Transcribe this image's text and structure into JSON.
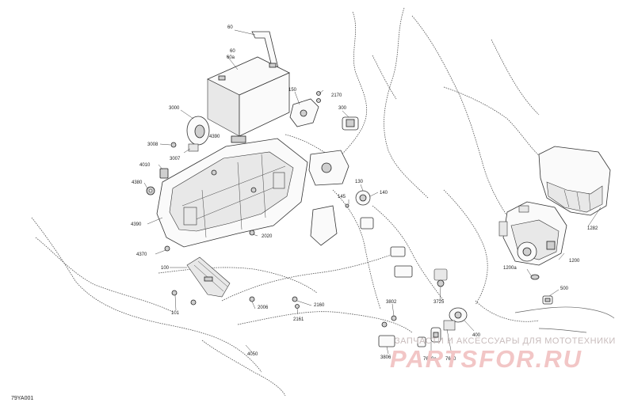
{
  "diagram": {
    "ref_code": "79YA001",
    "callouts": [
      {
        "id": "c-60-top",
        "text": "60"
      },
      {
        "id": "c-60-mid",
        "text": "60"
      },
      {
        "id": "c-60a",
        "text": "60a"
      },
      {
        "id": "c-150",
        "text": "150"
      },
      {
        "id": "c-2170",
        "text": "2170"
      },
      {
        "id": "c-300",
        "text": "300"
      },
      {
        "id": "c-3000",
        "text": "3000"
      },
      {
        "id": "c-3008",
        "text": "3008"
      },
      {
        "id": "c-4390-a",
        "text": "4390"
      },
      {
        "id": "c-3007",
        "text": "3007"
      },
      {
        "id": "c-4010",
        "text": "4010"
      },
      {
        "id": "c-4380",
        "text": "4380"
      },
      {
        "id": "c-4390-b",
        "text": "4390"
      },
      {
        "id": "c-130",
        "text": "130"
      },
      {
        "id": "c-140",
        "text": "140"
      },
      {
        "id": "c-145",
        "text": "145"
      },
      {
        "id": "c-2020",
        "text": "2020"
      },
      {
        "id": "c-4370",
        "text": "4370"
      },
      {
        "id": "c-100",
        "text": "100"
      },
      {
        "id": "c-1282",
        "text": "1282"
      },
      {
        "id": "c-1200",
        "text": "1200"
      },
      {
        "id": "c-1200a",
        "text": "1200a"
      },
      {
        "id": "c-500",
        "text": "500"
      },
      {
        "id": "c-3725",
        "text": "3725"
      },
      {
        "id": "c-3802",
        "text": "3802"
      },
      {
        "id": "c-2006",
        "text": "2006"
      },
      {
        "id": "c-2160",
        "text": "2160"
      },
      {
        "id": "c-2161",
        "text": "2161"
      },
      {
        "id": "c-101",
        "text": "101"
      },
      {
        "id": "c-400",
        "text": "400"
      },
      {
        "id": "c-3806",
        "text": "3806"
      },
      {
        "id": "c-7600a",
        "text": "7600a"
      },
      {
        "id": "c-7600",
        "text": "7600"
      },
      {
        "id": "c-4050",
        "text": "4050"
      }
    ]
  },
  "watermark": {
    "tagline": "ЗАПЧАСТИ И АКСЕССУАРЫ ДЛЯ МОТОТЕХНИКИ",
    "logo": "PARTSFOR.RU"
  },
  "colors": {
    "line": "#333333",
    "watermark_logo": "#f2c6c6",
    "watermark_tag": "#c8bcbc"
  }
}
